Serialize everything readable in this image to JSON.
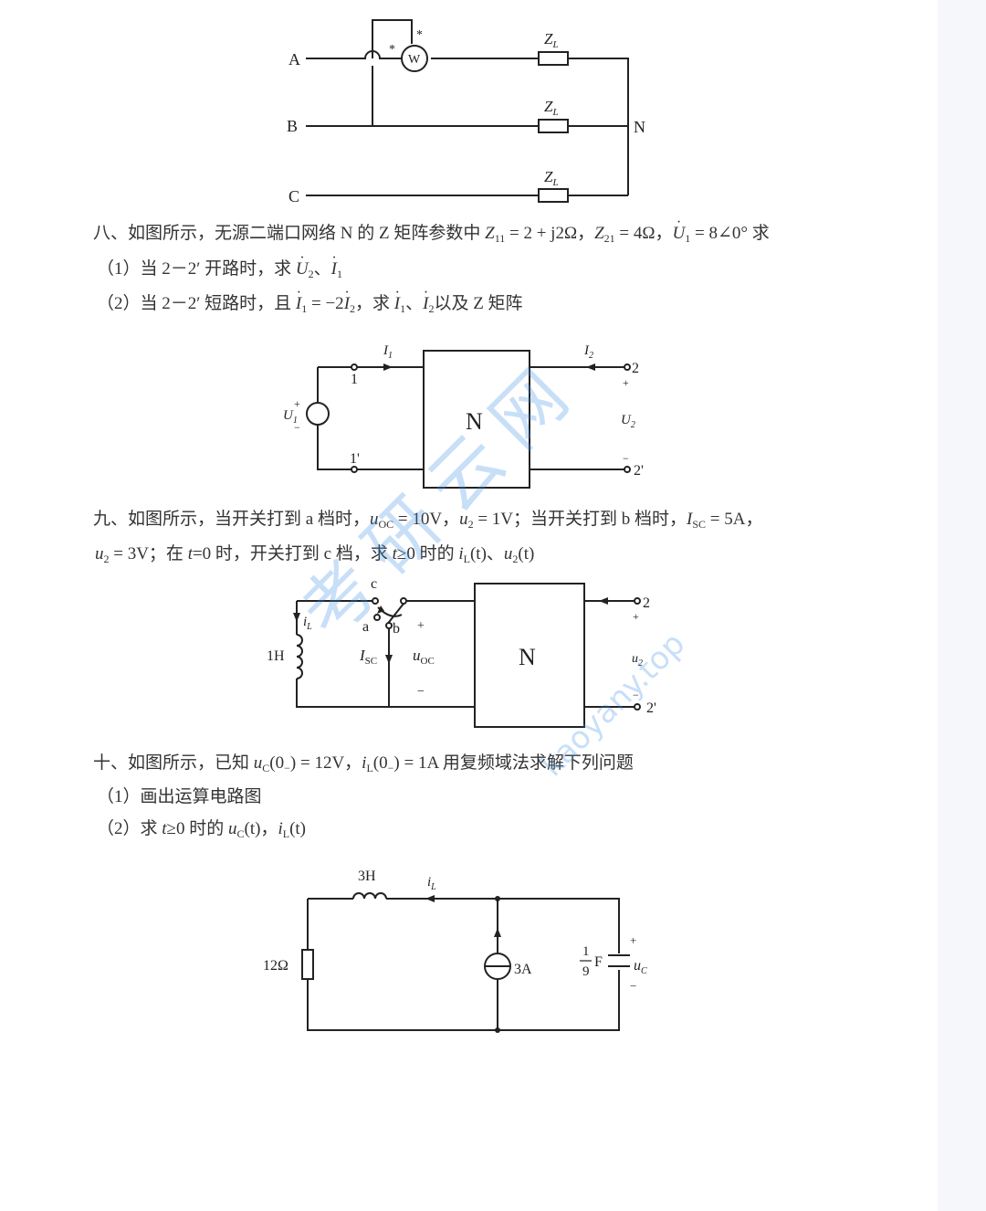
{
  "figure_three_phase": {
    "lines": [
      "A",
      "B",
      "C"
    ],
    "neutral": "N",
    "load_label": "Z",
    "load_sub": "L",
    "wattmeter": "W",
    "polarity_mark": "*"
  },
  "problem8": {
    "number": "八、",
    "stem_a": "如图所示，无源二端口网络 N 的 Z 矩阵参数中 ",
    "z11": "Z",
    "z11_sub": "11",
    "z11_val": " = 2 + j2Ω，",
    "z21": "Z",
    "z21_sub": "21",
    "z21_val": " = 4Ω，",
    "u1": "U",
    "u1_sub": "1",
    "u1_val": " = 8∠0° 求",
    "q1_prefix": "（1）当 2－2′ 开路时，求 ",
    "q1_u2": "U",
    "q1_u2_sub": "2",
    "q1_sep": "、",
    "q1_i1": "I",
    "q1_i1_sub": "1",
    "q2_prefix": "（2）当 2－2′ 短路时，且 ",
    "q2_i1": "I",
    "q2_i1_sub": "1",
    "q2_eq": " = −2",
    "q2_i2": "I",
    "q2_i2_sub": "2",
    "q2_mid": "，求 ",
    "q2_sep": "、",
    "q2_tail": "以及 Z 矩阵",
    "figure": {
      "network": "N",
      "port1_top": "1",
      "port1_bottom": "1'",
      "port2_top": "2",
      "port2_bottom": "2'",
      "i1": "I",
      "i1_sub": "1",
      "i2": "I",
      "i2_sub": "2",
      "u1": "U",
      "u1_sub": "1",
      "u2": "U",
      "u2_sub": "2",
      "plus": "+",
      "minus": "−"
    }
  },
  "problem9": {
    "number": "九、",
    "stem_a": "如图所示，当开关打到 a 档时，",
    "uoc": "u",
    "uoc_sub": "OC",
    "uoc_val": " = 10V，",
    "u2": "u",
    "u2_sub": "2",
    "u2_val_a": " = 1V；当开关打到 b 档时，",
    "isc": "I",
    "isc_sub": "SC",
    "isc_val": " = 5A，",
    "line2_u2_val": " = 3V；在 ",
    "t": "t",
    "line2_mid": "=0 时，开关打到 c 档，求 ",
    "line2_t2": "t",
    "line2_ge": "≥0 时的 ",
    "il": "i",
    "il_sub": "L",
    "il_tail": "(t)、",
    "u2t": "u",
    "u2t_sub": "2",
    "u2t_tail": "(t)",
    "figure": {
      "network": "N",
      "switch_c": "c",
      "switch_a": "a",
      "switch_b": "b",
      "inductor": "1H",
      "il": "i",
      "il_sub": "L",
      "isc": "I",
      "isc_sub": "SC",
      "uoc": "u",
      "uoc_sub": "OC",
      "u2": "u",
      "u2_sub": "2",
      "port_top": "2",
      "port_bottom": "2'",
      "plus": "+",
      "minus": "−"
    }
  },
  "problem10": {
    "number": "十、",
    "stem_a": "如图所示，已知 ",
    "uc": "u",
    "uc_sub": "C",
    "uc_val": "(0",
    "minus_sub": "−",
    "uc_tail": ") = 12V，",
    "il": "i",
    "il_sub": "L",
    "il_val": "(0",
    "il_tail": ") = 1A 用复频域法求解下列问题",
    "q1": "（1）画出运算电路图",
    "q2_prefix": "（2）求 ",
    "q2_t": "t",
    "q2_ge": "≥0 时的 ",
    "q2_uc": "u",
    "q2_uc_sub": "C",
    "q2_uc_tail": "(t)，",
    "q2_il": "i",
    "q2_il_sub": "L",
    "q2_il_tail": "(t)",
    "figure": {
      "inductor": "3H",
      "resistor": "12Ω",
      "source": "3A",
      "cap_num": "1",
      "cap_den": "9",
      "cap_unit": "F",
      "il": "i",
      "il_sub": "L",
      "uc": "u",
      "uc_sub": "C",
      "plus": "+",
      "minus": "−"
    }
  },
  "watermark": {
    "text_cn": "考研云网",
    "text_url": "kaoyany.top"
  }
}
